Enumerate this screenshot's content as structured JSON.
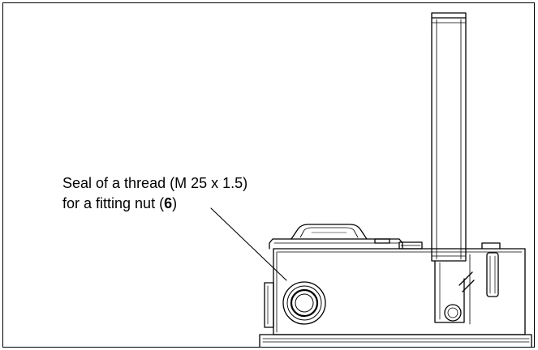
{
  "callout": {
    "line1": "Seal of a thread (M 25 x 1.5)",
    "line2_prefix": "for a fitting nut (",
    "line2_ref": "6",
    "line2_suffix": ")"
  },
  "figure": {
    "subject": "device-housing-with-vertical-probe",
    "line_color": "#000000",
    "background": "#ffffff"
  }
}
